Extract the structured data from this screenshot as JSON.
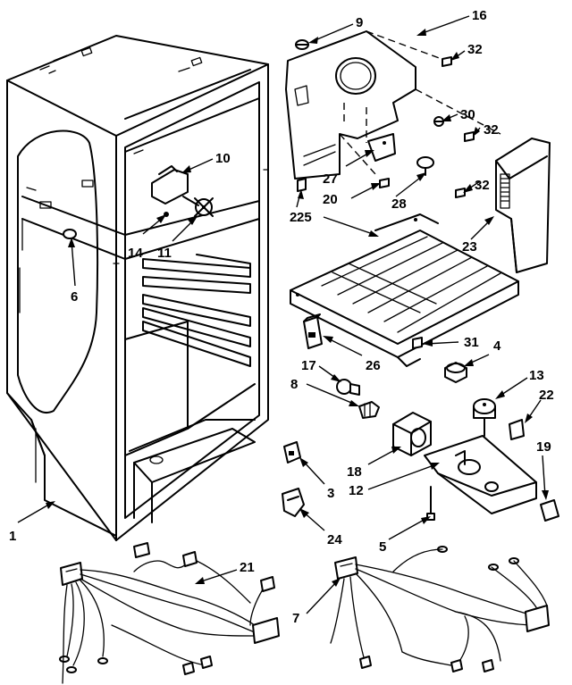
{
  "callouts": [
    {
      "id": "c9",
      "text": "9"
    },
    {
      "id": "c16",
      "text": "16"
    },
    {
      "id": "c32a",
      "text": "32"
    },
    {
      "id": "c30",
      "text": "30"
    },
    {
      "id": "c32b",
      "text": "32"
    },
    {
      "id": "c10",
      "text": "10"
    },
    {
      "id": "c27",
      "text": "27"
    },
    {
      "id": "c20",
      "text": "20"
    },
    {
      "id": "c28",
      "text": "28"
    },
    {
      "id": "c32c",
      "text": "32"
    },
    {
      "id": "c2",
      "text": "2"
    },
    {
      "id": "c25",
      "text": "25"
    },
    {
      "id": "c23",
      "text": "23"
    },
    {
      "id": "c14",
      "text": "14"
    },
    {
      "id": "c11",
      "text": "11"
    },
    {
      "id": "c6",
      "text": "6"
    },
    {
      "id": "c31",
      "text": "31"
    },
    {
      "id": "c4",
      "text": "4"
    },
    {
      "id": "c26",
      "text": "26"
    },
    {
      "id": "c17",
      "text": "17"
    },
    {
      "id": "c13",
      "text": "13"
    },
    {
      "id": "c8",
      "text": "8"
    },
    {
      "id": "c22",
      "text": "22"
    },
    {
      "id": "c18",
      "text": "18"
    },
    {
      "id": "c19",
      "text": "19"
    },
    {
      "id": "c3",
      "text": "3"
    },
    {
      "id": "c12",
      "text": "12"
    },
    {
      "id": "c1",
      "text": "1"
    },
    {
      "id": "c24",
      "text": "24"
    },
    {
      "id": "c5",
      "text": "5"
    },
    {
      "id": "c21",
      "text": "21"
    },
    {
      "id": "c7",
      "text": "7"
    }
  ]
}
